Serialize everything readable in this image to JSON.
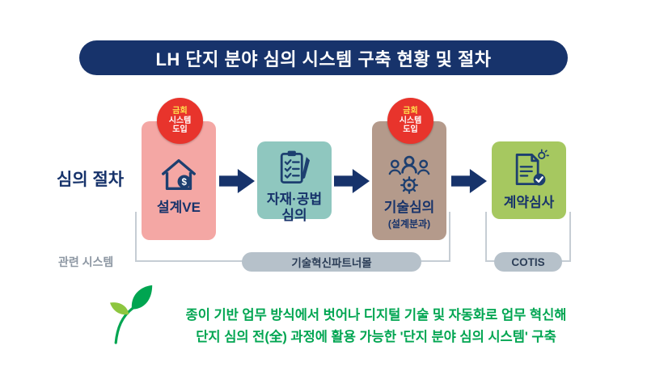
{
  "title": "LH 단지 분야 심의 시스템 구축 현황 및 절차",
  "row_labels": {
    "procedure": "심의 절차",
    "systems": "관련 시스템"
  },
  "badge": {
    "line1": "금회",
    "line2": "시스템",
    "line3": "도입"
  },
  "steps": [
    {
      "name": "설계VE",
      "icon": "house-money-icon",
      "color": "#f4a7a4",
      "badge": true
    },
    {
      "name": "자재·공법\n심의",
      "icon": "checklist-icon",
      "color": "#8fc7bf",
      "badge": false
    },
    {
      "name": "기술심의",
      "note": "(설계분과)",
      "icon": "people-gear-icon",
      "color": "#b49a8b",
      "badge": true
    },
    {
      "name": "계약심사",
      "icon": "document-check-icon",
      "color": "#a6c860",
      "badge": false
    }
  ],
  "systems": [
    {
      "label": "기술혁신파트너몰",
      "covers": "설계VE ~ 기술심의"
    },
    {
      "label": "COTIS",
      "covers": "계약심사"
    }
  ],
  "footer": {
    "line1": "종이 기반 업무 방식에서 벗어나 디지털 기술 및 자동화로 업무 혁신해",
    "line2": "단지 심의 전(全) 과정에 활용 가능한 '단지 분야 심의 시스템' 구축"
  },
  "colors": {
    "navy": "#17336b",
    "badge_red": "#e8342c",
    "pill_gray": "#b6c1ca",
    "footer_green": "#00a551",
    "leaf_light_green": "#8dc63f"
  }
}
